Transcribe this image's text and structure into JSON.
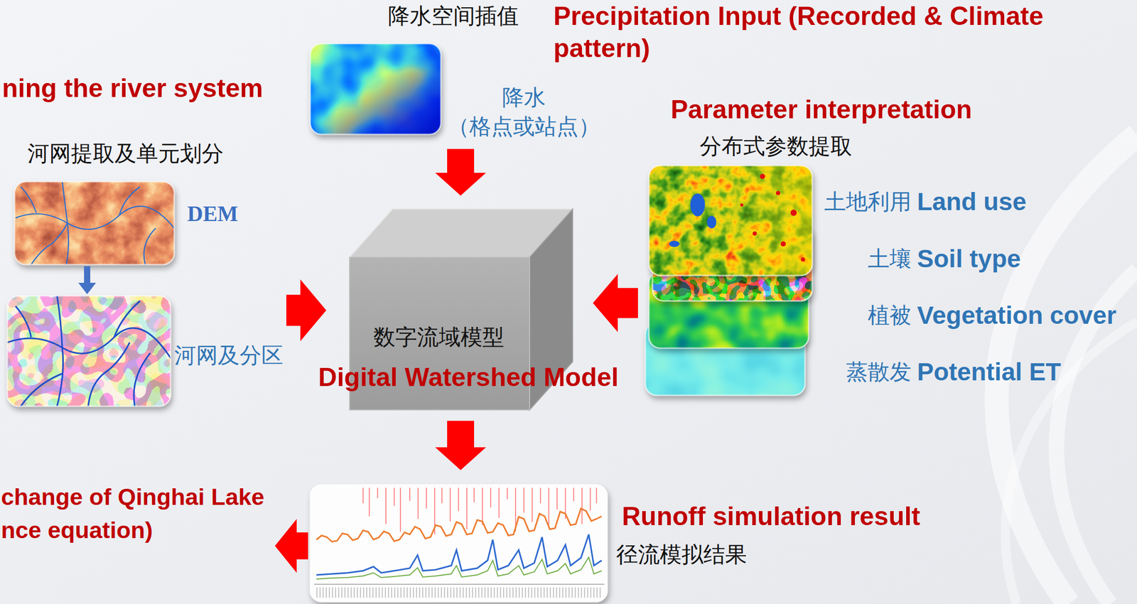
{
  "diagram": {
    "nodes": [
      {
        "text": [
          "ning the river system",
          "河网提取及单元划分"
        ]
      },
      {
        "text": [
          "DEM"
        ],
        "in": 0
      },
      {
        "text": [
          "河网及分区"
        ],
        "in": 0
      },
      {
        "text": [
          "降水空间插值",
          "Precipitation Input (Recorded & Climate pattern)",
          "降水 （格点或站点）"
        ]
      },
      {
        "text": [
          "Parameter interpretation",
          "分布式参数提取"
        ]
      },
      {
        "text": [
          "土地利用",
          "Land use"
        ],
        "in": 4
      },
      {
        "text": [
          "土壤",
          "Soil type"
        ],
        "in": 4
      },
      {
        "text": [
          "植被",
          "Vegetation cover"
        ],
        "in": 4
      },
      {
        "text": [
          "蒸散发",
          "Potential ET"
        ],
        "in": 4
      },
      {
        "text": [
          "数字流域模型",
          "Digital Watershed Model"
        ]
      },
      {
        "text": [
          "Runoff simulation result",
          "径流模拟结果"
        ]
      },
      {
        "text": [
          "change of Qinghai Lake nce equation)"
        ]
      }
    ],
    "edges": [
      {
        "from": 1,
        "to": 2,
        "arrow": "to"
      },
      {
        "from": 3,
        "to": 9,
        "arrow": "to"
      },
      {
        "from": 0,
        "to": 9,
        "arrow": "to"
      },
      {
        "from": 4,
        "to": 9,
        "arrow": "to"
      },
      {
        "from": 9,
        "to": 10,
        "arrow": "to"
      },
      {
        "from": 10,
        "to": 11,
        "arrow": "to"
      }
    ]
  }
}
